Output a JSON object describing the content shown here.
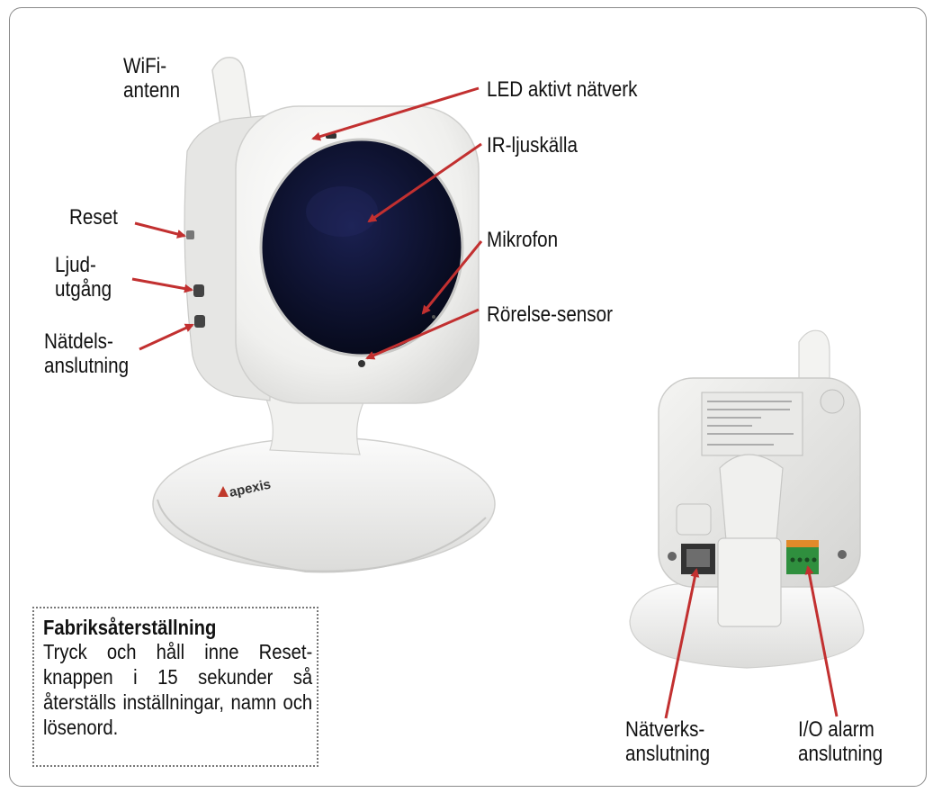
{
  "labels": {
    "wifi_antenna": [
      "WiFi-",
      "antenn"
    ],
    "led": "LED aktivt nätverk",
    "ir": "IR-ljuskälla",
    "reset": "Reset",
    "microphone": "Mikrofon",
    "audio_out": [
      "Ljud-",
      "utgång"
    ],
    "motion_sensor": "Rörelse-sensor",
    "power": [
      "Nätdels-",
      "anslutning"
    ],
    "network": [
      "Nätverks-",
      "anslutning"
    ],
    "io_alarm": [
      "I/O alarm",
      "anslutning"
    ]
  },
  "camera_brand": "apexis",
  "note": {
    "title": "Fabriksåterställning",
    "body": "Tryck och håll inne Reset-knappen i 15 sekunder så återställs inställningar, namn och lösenord."
  },
  "colors": {
    "arrow": "#c23030",
    "lens": "#0b1030",
    "brand": "#c0392b"
  }
}
